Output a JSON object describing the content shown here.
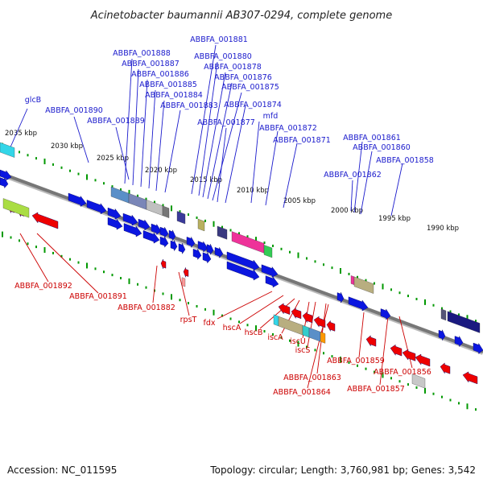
{
  "title": "Acinetobacter baumannii AB307-0294, complete genome",
  "footer": {
    "accession": "Accession: NC_011595",
    "topology": "Topology: circular; Length: 3,760,981 bp; Genes: 3,542"
  },
  "colors": {
    "forward_label": "#1a1acc",
    "reverse_label": "#cc0000",
    "forward_gene": "#0b16e0",
    "reverse_gene": "#ee0000",
    "backbone": "#777777",
    "ticks": "#009900"
  },
  "kbp_ticks": [
    "2035 kbp",
    "2030 kbp",
    "2025 kbp",
    "2020 kbp",
    "2015 kbp",
    "2010 kbp",
    "2005 kbp",
    "2000 kbp",
    "1995 kbp",
    "1990 kbp"
  ],
  "forward_labels": [
    "glcB",
    "ABBFA_001890",
    "ABBFA_001889",
    "ABBFA_001888",
    "ABBFA_001887",
    "ABBFA_001886",
    "ABBFA_001885",
    "ABBFA_001884",
    "ABBFA_001883",
    "ABBFA_001881",
    "ABBFA_001880",
    "ABBFA_001878",
    "ABBFA_001876",
    "ABBFA_001875",
    "ABBFA_001874",
    "ABBFA_001877",
    "mfd",
    "ABBFA_001872",
    "ABBFA_001871",
    "ABBFA_001861",
    "ABBFA_001860",
    "ABBFA_001858",
    "ABBFA_001862"
  ],
  "reverse_labels": [
    "ABBFA_001892",
    "ABBFA_001891",
    "ABBFA_001882",
    "rpsT",
    "fdx",
    "hscA",
    "hscB",
    "iscA",
    "iscU",
    "iscS",
    "ABBFA_001863",
    "ABBFA_001864",
    "ABBFA_001859",
    "ABBFA_001857",
    "ABBFA_001856"
  ]
}
